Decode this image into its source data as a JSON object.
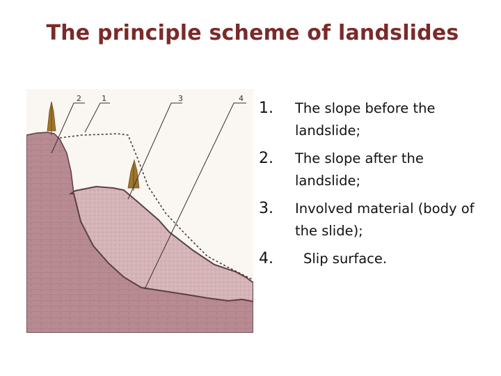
{
  "title": "The principle scheme of landslides",
  "diagram": {
    "callout_labels": [
      "2",
      "1",
      "3",
      "4"
    ],
    "colors": {
      "bedrock": "#b88a92",
      "slide_body": "#d5b4b8",
      "removed_area": "#faf6f1",
      "outline": "#5a4045",
      "tree": "#a0752c"
    }
  },
  "legend": [
    {
      "num": "1.",
      "text": "The slope before the landslide;"
    },
    {
      "num": "2.",
      "text": "The slope after the landslide;"
    },
    {
      "num": "3.",
      "text": "Involved material (body of the slide);"
    },
    {
      "num": "4.",
      "text": "Slip surface."
    }
  ]
}
